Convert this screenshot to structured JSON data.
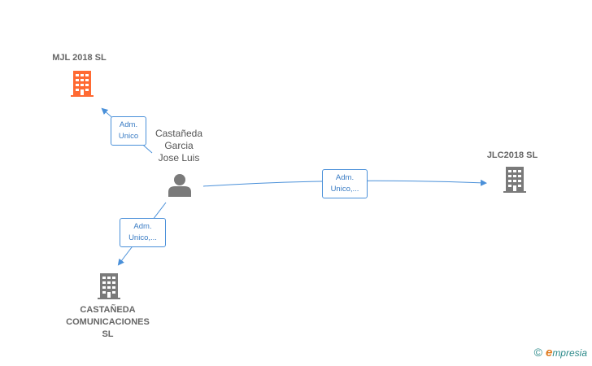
{
  "colors": {
    "highlight_company": "#ff6a33",
    "company": "#7a7a7a",
    "edge": "#4a90d9"
  },
  "nodes": {
    "mjl": {
      "label": "MJL 2018  SL",
      "icon": "building-icon"
    },
    "person": {
      "line1": "Castañeda",
      "line2": "Garcia",
      "line3": "Jose Luis",
      "icon": "person-icon"
    },
    "jlc": {
      "label": "JLC2018  SL",
      "icon": "building-icon"
    },
    "castaneda": {
      "line1": "CASTAÑEDA",
      "line2": "COMUNICACIONES",
      "line3": "SL",
      "icon": "building-icon"
    }
  },
  "edges": {
    "to_mjl": {
      "line1": "Adm.",
      "line2": "Unico"
    },
    "to_jlc": {
      "line1": "Adm.",
      "line2": "Unico,..."
    },
    "to_castaneda": {
      "line1": "Adm.",
      "line2": "Unico,..."
    }
  },
  "footer": {
    "copyright": "©",
    "brand_initial": "e",
    "brand_rest": "mpresia"
  }
}
